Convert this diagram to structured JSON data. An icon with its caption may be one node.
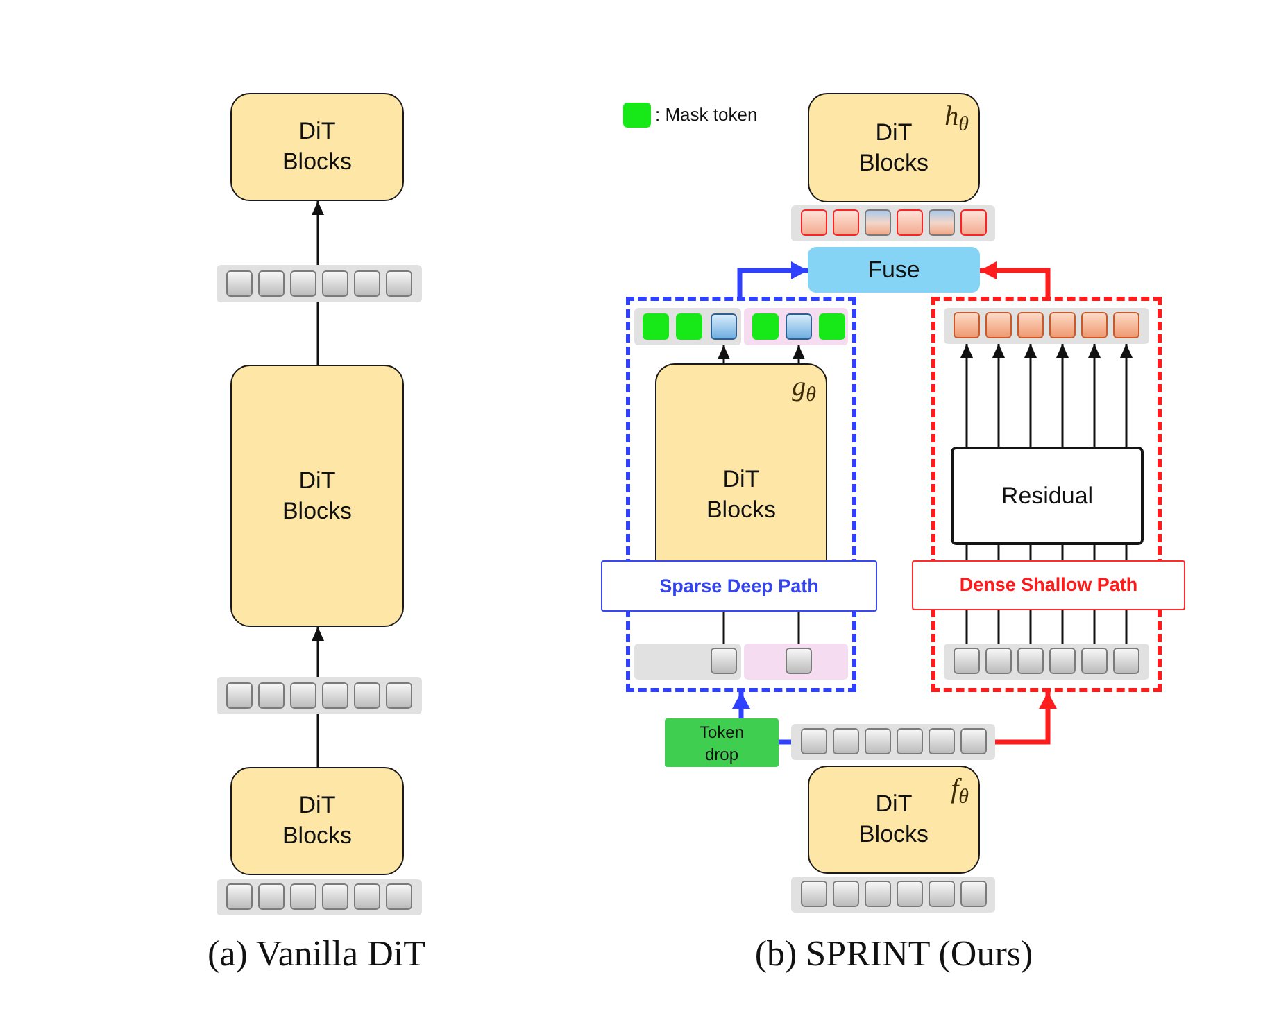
{
  "diagram": {
    "nodes": [
      {
        "text": [
          "DiT Blocks"
        ]
      },
      {
        "text": [],
        "shape": "bar"
      },
      {
        "text": [
          "DiT Blocks"
        ]
      },
      {
        "text": [],
        "shape": "bar"
      },
      {
        "text": [
          "DiT Blocks"
        ]
      },
      {
        "text": [],
        "shape": "bar"
      },
      {
        "text": [
          "DiT Blocks",
          "h$_{θ}$"
        ]
      },
      {
        "text": [],
        "shape": "bar"
      },
      {
        "text": [
          "Fuse"
        ]
      },
      {
        "text": [],
        "shape": "box"
      },
      {
        "text": [],
        "shape": "box"
      },
      {
        "text": [],
        "shape": "bar",
        "in": 9
      },
      {
        "text": [],
        "shape": "bar",
        "in": 9
      },
      {
        "text": [
          "DiT Blocks",
          "g$_{θ}$"
        ],
        "in": 9
      },
      {
        "text": [
          "Sparse Deep Path"
        ]
      },
      {
        "text": [],
        "shape": "bar",
        "in": 9
      },
      {
        "text": [],
        "shape": "bar",
        "in": 9
      },
      {
        "text": [],
        "shape": "bar",
        "in": 10
      },
      {
        "text": [
          "Residual"
        ],
        "in": 10
      },
      {
        "text": [
          "Dense Shallow Path"
        ]
      },
      {
        "text": [],
        "shape": "bar",
        "in": 10
      },
      {
        "text": [
          "Token drop"
        ]
      },
      {
        "text": [],
        "shape": "bar"
      },
      {
        "text": [
          "DiT Blocks",
          "f$_{θ}$"
        ]
      },
      {
        "text": [],
        "shape": "bar"
      }
    ],
    "edges": [
      {
        "from": 4,
        "to": 3,
        "arrow": "none"
      },
      {
        "from": 3,
        "to": 2,
        "arrow": "to"
      },
      {
        "from": 2,
        "to": 1,
        "arrow": "none"
      },
      {
        "from": 1,
        "to": 0,
        "arrow": "to"
      },
      {
        "from": 22,
        "to": 21,
        "arrow": "none",
        "style": "thick",
        "color": "#3040ff"
      },
      {
        "from": 21,
        "to": 9,
        "arrow": "to",
        "style": "thick",
        "color": "#3040ff"
      },
      {
        "from": 22,
        "to": 10,
        "arrow": "to",
        "style": "thick",
        "color": "#ff1c1c"
      },
      {
        "from": 9,
        "to": 8,
        "arrow": "to",
        "style": "thick",
        "color": "#3040ff"
      },
      {
        "from": 10,
        "to": 8,
        "arrow": "to",
        "style": "thick",
        "color": "#ff1c1c"
      },
      {
        "from": 15,
        "to": 14,
        "arrow": "none"
      },
      {
        "from": 16,
        "to": 14,
        "arrow": "none"
      },
      {
        "from": 13,
        "to": 11,
        "arrow": "to"
      },
      {
        "from": 13,
        "to": 12,
        "arrow": "to"
      },
      {
        "from": 20,
        "to": 19,
        "arrow": "none"
      },
      {
        "from": 20,
        "to": 19,
        "arrow": "none"
      },
      {
        "from": 20,
        "to": 19,
        "arrow": "none"
      },
      {
        "from": 20,
        "to": 19,
        "arrow": "none"
      },
      {
        "from": 20,
        "to": 19,
        "arrow": "none"
      },
      {
        "from": 20,
        "to": 19,
        "arrow": "none"
      },
      {
        "from": 19,
        "to": 18,
        "arrow": "none"
      },
      {
        "from": 19,
        "to": 18,
        "arrow": "none"
      },
      {
        "from": 19,
        "to": 18,
        "arrow": "none"
      },
      {
        "from": 19,
        "to": 18,
        "arrow": "none"
      },
      {
        "from": 19,
        "to": 18,
        "arrow": "none"
      },
      {
        "from": 19,
        "to": 18,
        "arrow": "none"
      },
      {
        "from": 18,
        "to": 17,
        "arrow": "to"
      },
      {
        "from": 18,
        "to": 17,
        "arrow": "to"
      },
      {
        "from": 18,
        "to": 17,
        "arrow": "to"
      },
      {
        "from": 18,
        "to": 17,
        "arrow": "to"
      },
      {
        "from": 18,
        "to": 17,
        "arrow": "to"
      },
      {
        "from": 18,
        "to": 17,
        "arrow": "to"
      }
    ],
    "labels": [
      "(a) Vanilla DiT",
      "(b) SPRINT (Ours)"
    ],
    "legend": [
      {
        "text": ": Mask token",
        "color": "#17e817"
      }
    ]
  }
}
